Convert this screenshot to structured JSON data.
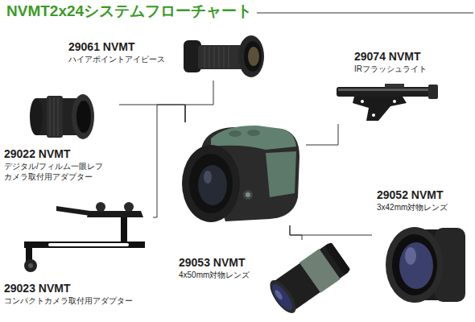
{
  "diagram": {
    "title": "NVMT2x24システムフローチャート",
    "nodes": [
      {
        "text": [
          "29061 NVMT",
          "ハイアポイントアイピース"
        ]
      },
      {
        "text": [
          "29074 NVMT",
          "IRフラッシュライト"
        ]
      },
      {
        "text": [
          "29022 NVMT",
          "デジタル/フィルム一眼レフ カメラ取付用アダプター"
        ]
      },
      {
        "text": []
      },
      {
        "text": [
          "29052 NVMT",
          "3x42mm対物レンズ"
        ]
      },
      {
        "text": [
          "29053 NVMT",
          "4x50mm対物レンズ"
        ]
      },
      {
        "text": [
          "29023 NVMT",
          "コンパクトカメラ取付用アダプター"
        ]
      }
    ],
    "edges": [
      {
        "from": 0,
        "to": 3,
        "arrow": "none"
      },
      {
        "from": 2,
        "to": 3,
        "arrow": "none"
      },
      {
        "from": 6,
        "to": 3,
        "arrow": "none"
      },
      {
        "from": 3,
        "to": 1,
        "arrow": "none"
      },
      {
        "from": 3,
        "to": 4,
        "arrow": "none"
      },
      {
        "from": 3,
        "to": 5,
        "arrow": "none"
      }
    ]
  }
}
